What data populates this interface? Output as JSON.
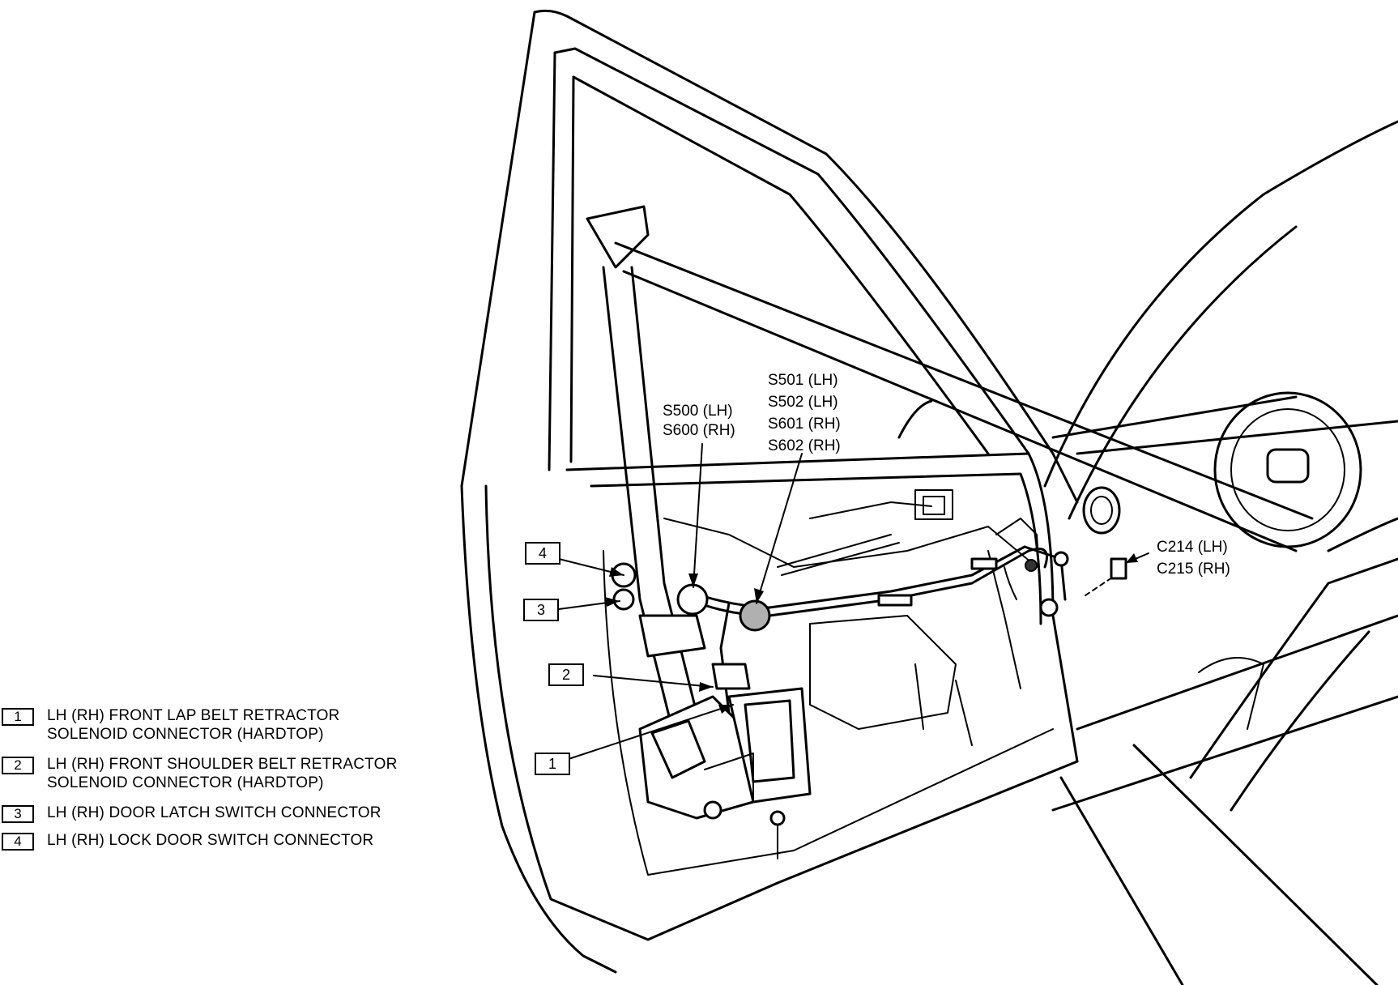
{
  "callouts": {
    "splice_left": [
      "S500 (LH)",
      "S600 (RH)"
    ],
    "splice_right": [
      "S501 (LH)",
      "S502 (LH)",
      "S601 (RH)",
      "S602 (RH)"
    ],
    "connector_right": [
      "C214 (LH)",
      "C215 (RH)"
    ],
    "markers": [
      "4",
      "3",
      "2",
      "1"
    ]
  },
  "legend": [
    {
      "num": "1",
      "line1": "LH (RH) FRONT LAP BELT RETRACTOR",
      "line2": "SOLENOID CONNECTOR (HARDTOP)"
    },
    {
      "num": "2",
      "line1": "LH (RH) FRONT SHOULDER BELT RETRACTOR",
      "line2": "SOLENOID CONNECTOR (HARDTOP)"
    },
    {
      "num": "3",
      "line1": "LH (RH) DOOR LATCH SWITCH CONNECTOR",
      "line2": ""
    },
    {
      "num": "4",
      "line1": "LH (RH) LOCK DOOR SWITCH CONNECTOR",
      "line2": ""
    }
  ]
}
